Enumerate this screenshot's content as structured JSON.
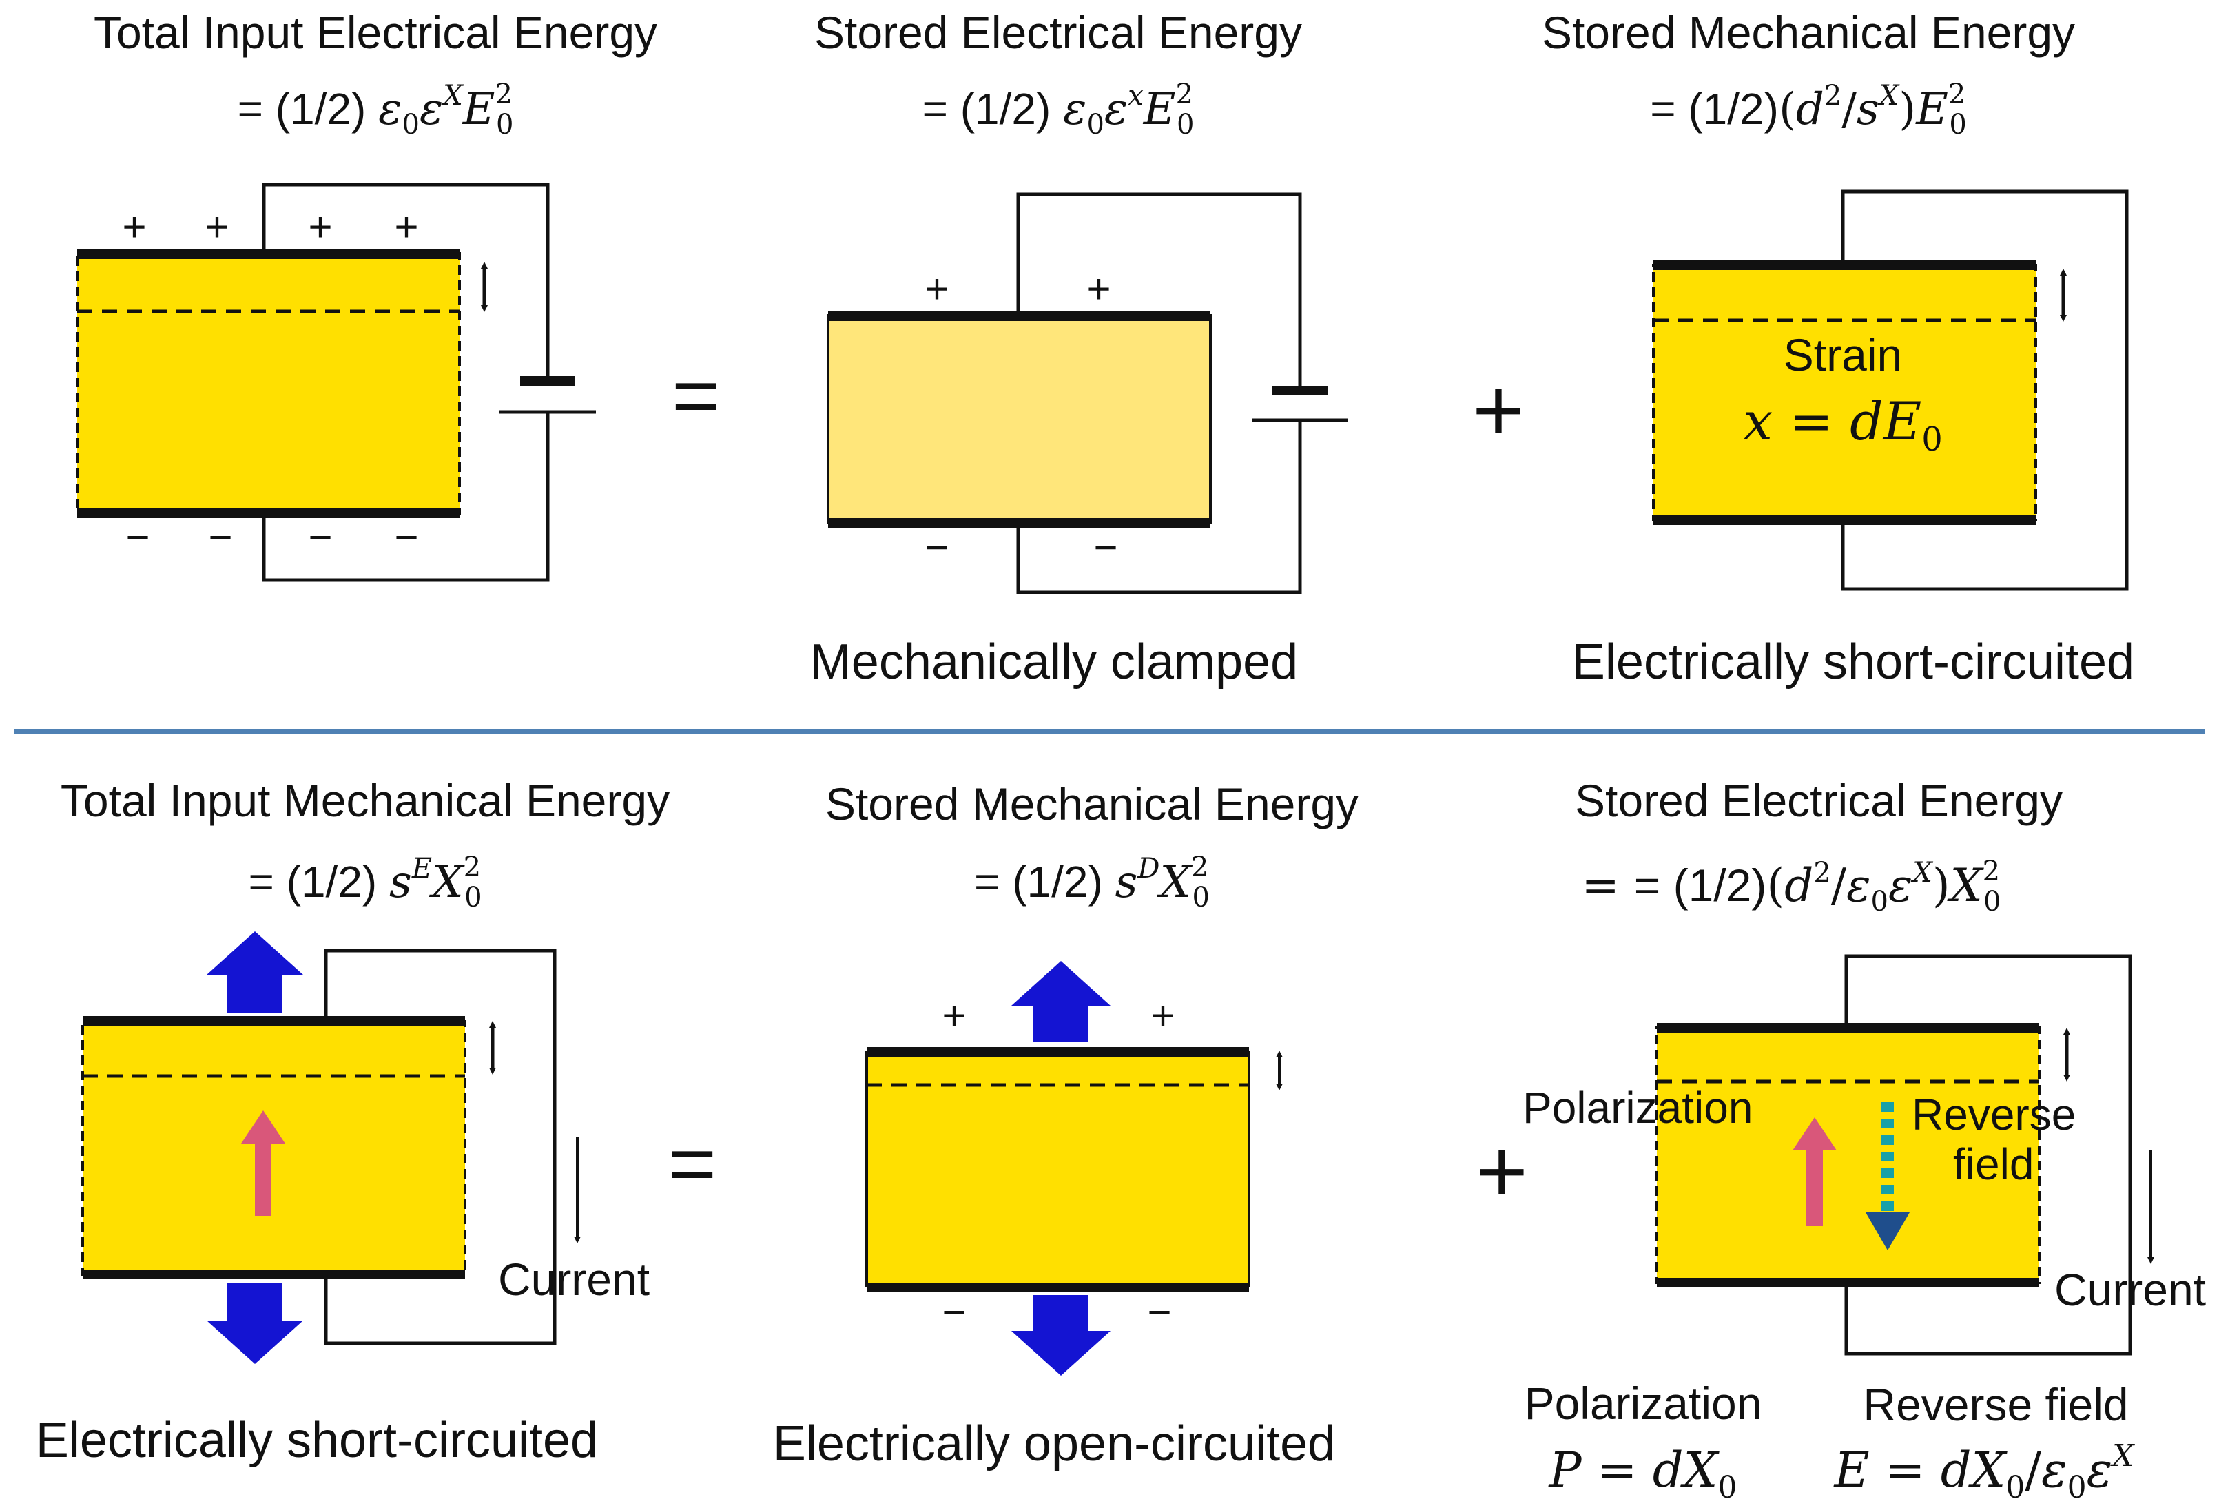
{
  "top": {
    "total_input": {
      "title": "Total Input Electrical Energy",
      "eq_prefix": "= (1/2) ",
      "eq_lead": "= (1/2) "
    },
    "stored_elec": {
      "title": "Stored Electrical Energy",
      "eq_prefix": "= (1/2) "
    },
    "stored_mech": {
      "title": "Stored Mechanical Energy",
      "eq_prefix": "= (1/2)"
    },
    "strain_label": "Strain",
    "caption_clamped": "Mechanically clamped",
    "caption_short": "Electrically short-circuited",
    "equals": "=",
    "plus": "+"
  },
  "bottom": {
    "total_input": {
      "title": "Total Input Mechanical Energy",
      "eq_prefix": "= (1/2) "
    },
    "stored_mech": {
      "title": "Stored Mechanical Energy",
      "eq_prefix": "= (1/2) "
    },
    "stored_elec": {
      "title": "Stored Electrical Energy",
      "eq_prefix": "= (1/2)"
    },
    "current_label": "Current",
    "polarization_label": "Polarization",
    "reverse_field_label_1": "Reverse",
    "reverse_field_label_2": "field",
    "caption_short": "Electrically short-circuited",
    "caption_open": "Electrically open-circuited",
    "polarization_caption": "Polarization",
    "reverse_field_caption": "Reverse field",
    "equals": "=",
    "plus": "+"
  },
  "signs": {
    "plus": "+",
    "minus": "−"
  },
  "colors": {
    "yellow": "#FFE000",
    "pale_yellow": "#FFE67A",
    "divider": "#4F81B4",
    "blue_arrow": "#1414D2",
    "pink_arrow": "#D9577A",
    "dark_blue": "#1F4E8C",
    "teal_dash": "#17A0A8"
  }
}
